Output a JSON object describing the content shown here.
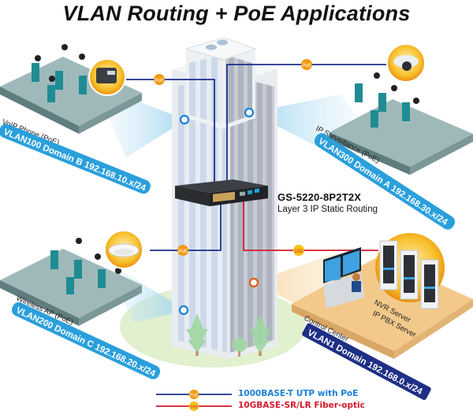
{
  "title": "VLAN Routing + PoE Applications",
  "colors": {
    "utp_line": "#1c2f8c",
    "fiber_line": "#d4192c",
    "poe_badge": "#f39a12",
    "tenG_badge": "#f8c115",
    "vlan_bar_light": "#2a9fdc",
    "vlan_bar_dark": "#1e2f86",
    "control_floor": "#f3c98a",
    "office_floor": "#7d9ea0",
    "tree_ground": "#d9ecc4"
  },
  "switch": {
    "model": "GS-5220-8P2T2X",
    "description": "Layer 3 IP Static Routing"
  },
  "zones": [
    {
      "id": "voip",
      "device_label": "VoIP Phone (PoE)",
      "vlan_label": "VLAN100 Domain B 192.168.10.x/24",
      "device": "ip-phone"
    },
    {
      "id": "surveillance",
      "device_label": "IP Surveillance (PoE)",
      "vlan_label": "VLAN300 Domain A 192.168.30.x/24",
      "device": "dome-camera"
    },
    {
      "id": "wireless",
      "device_label": "Wireless AP (PoE)",
      "vlan_label": "VLAN200 Domain C 192.168.20.x/24",
      "device": "access-point"
    },
    {
      "id": "control",
      "device_label": "Control Center",
      "vlan_label": "VLAN1 Domain 192.168.0.x/24",
      "server_labels": [
        "NVR Server",
        "IP PBX Server"
      ],
      "device": "server-rack"
    }
  ],
  "badges": {
    "poe": "PoE",
    "tenG": "10G"
  },
  "legend": [
    {
      "type": "utp",
      "badge": "PoE",
      "label": "1000BASE-T UTP with PoE"
    },
    {
      "type": "fiber",
      "badge": "10G",
      "label": "10GBASE-SR/LR Fiber-optic"
    }
  ]
}
